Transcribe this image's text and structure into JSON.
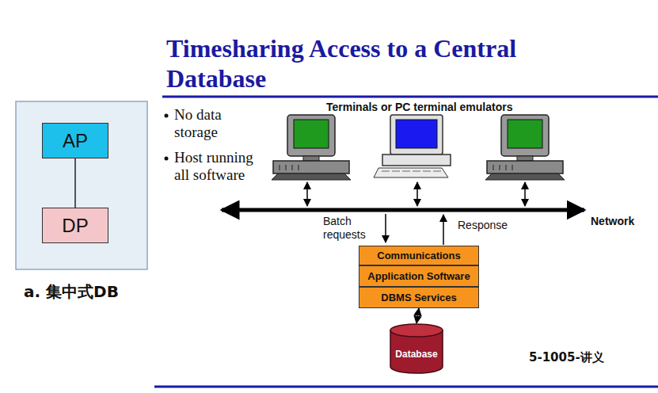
{
  "diagram": {
    "title": "Timesharing Access to a Central Database",
    "nodes": [
      {
        "text": [
          "AP"
        ]
      },
      {
        "text": [
          "DP"
        ]
      },
      {
        "text": [
          "Communications"
        ]
      },
      {
        "text": [
          "Application Software"
        ]
      },
      {
        "text": [
          "DBMS Services"
        ]
      },
      {
        "text": [
          "Database"
        ]
      }
    ],
    "edges": [
      {
        "from": 0,
        "to": 1,
        "arrow": "none"
      },
      {
        "from": 4,
        "to": 5,
        "arrow": "both"
      }
    ],
    "labels": [
      "a. 集中式DB",
      "No data storage",
      "Host running all software",
      "Terminals or PC terminal emulators",
      "Batch requests",
      "Response",
      "Network",
      "5-1005-讲义"
    ]
  }
}
